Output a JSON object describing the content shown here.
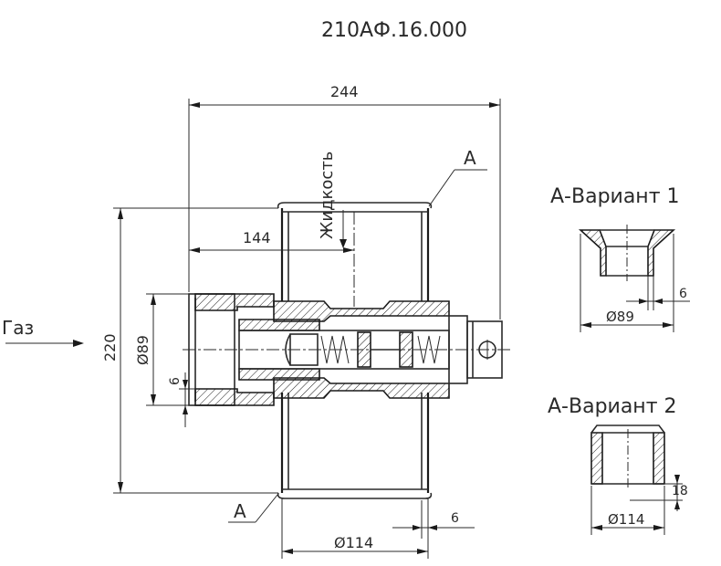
{
  "drawing": {
    "title": "210АФ.16.000",
    "label_liquid": "Жидкость",
    "label_gas": "Газ",
    "label_A_top": "А",
    "label_A_bottom": "А",
    "variant1_title": "А-Вариант 1",
    "variant2_title": "А-Вариант 2"
  },
  "dimensions": {
    "overall_width": "244",
    "offset_width": "144",
    "height": "220",
    "inlet_diameter": "Ø89",
    "inlet_wall": "6",
    "pipe_diameter": "Ø114",
    "pipe_wall": "6",
    "v1_diameter": "Ø89",
    "v1_wall": "6",
    "v2_diameter": "Ø114",
    "v2_height": "18"
  }
}
